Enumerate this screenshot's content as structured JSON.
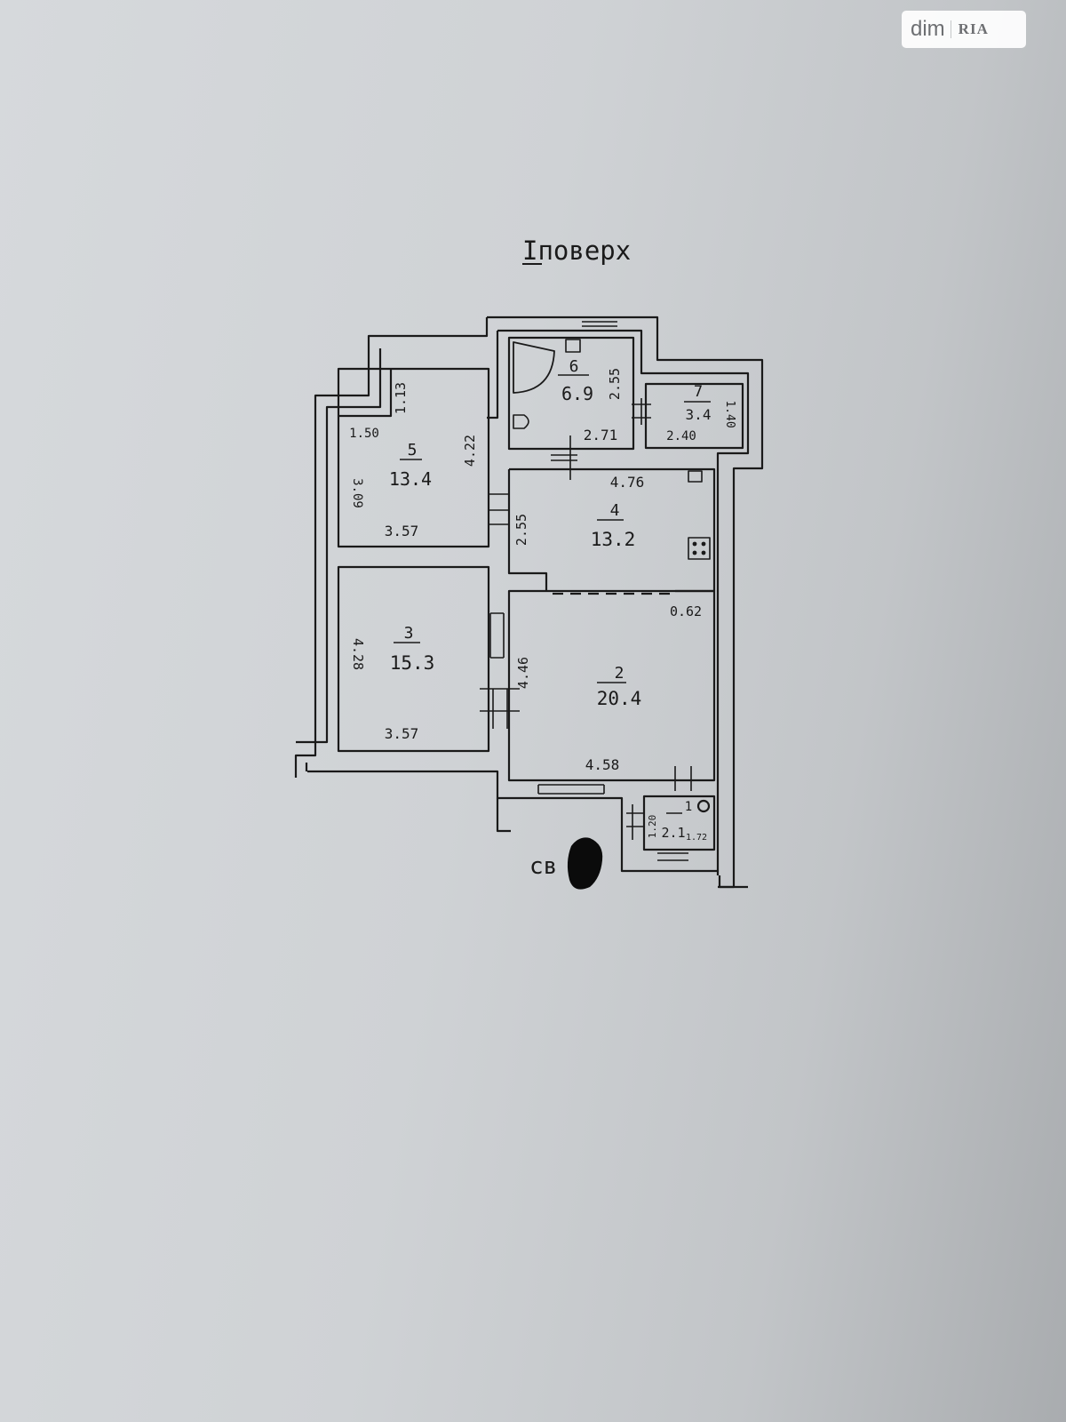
{
  "watermark": {
    "brand": "dim",
    "sub": "RIA"
  },
  "floor_title": "Іповерх",
  "rooms": [
    {
      "number": "1",
      "area": "2.1",
      "dims": [
        "1.72",
        "1.20"
      ]
    },
    {
      "number": "2",
      "area": "20.4",
      "dims": [
        "4.46",
        "4.58",
        "0.62"
      ]
    },
    {
      "number": "3",
      "area": "15.3",
      "dims": [
        "4.28",
        "3.57"
      ]
    },
    {
      "number": "4",
      "area": "13.2",
      "dims": [
        "4.76",
        "2.55"
      ]
    },
    {
      "number": "5",
      "area": "13.4",
      "dims": [
        "1.50",
        "1.13",
        "4.22",
        "3.09",
        "3.57"
      ]
    },
    {
      "number": "6",
      "area": "6.9",
      "dims": [
        "2.55",
        "2.71"
      ]
    },
    {
      "number": "7",
      "area": "3.4",
      "dims": [
        "1.40",
        "2.40"
      ]
    }
  ],
  "orientation_mark": "св"
}
